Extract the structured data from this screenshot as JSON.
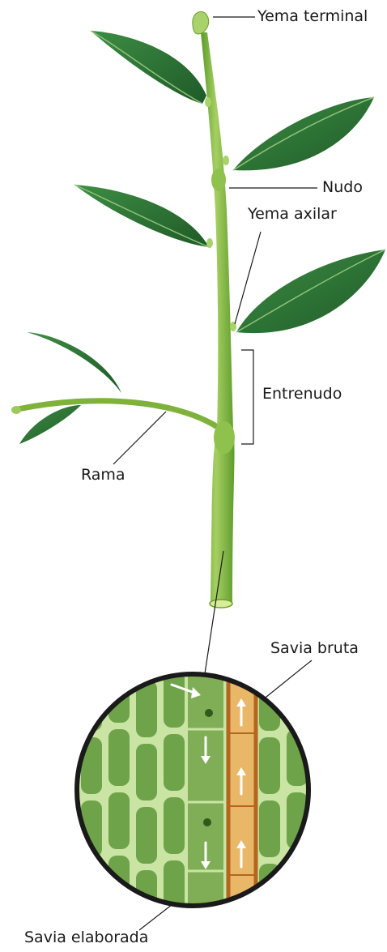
{
  "labels": {
    "terminal_bud": "Yema terminal",
    "node": "Nudo",
    "axillary_bud": "Yema axilar",
    "internode": "Entrenudo",
    "branch": "Rama",
    "raw_sap": "Savia bruta",
    "processed_sap": "Savia elaborada"
  },
  "colors": {
    "stem": "#7fb23a",
    "stem_dark": "#4e8a22",
    "leaf": "#2f7a38",
    "leaf_dark": "#1f5a28",
    "cell_fill": "#6fa34a",
    "cell_wall": "#c9e4a3",
    "xylem": "#e8b868",
    "xylem_wall": "#b5651d",
    "circle_border": "#1a1a1a",
    "line": "#1a1a1a"
  }
}
